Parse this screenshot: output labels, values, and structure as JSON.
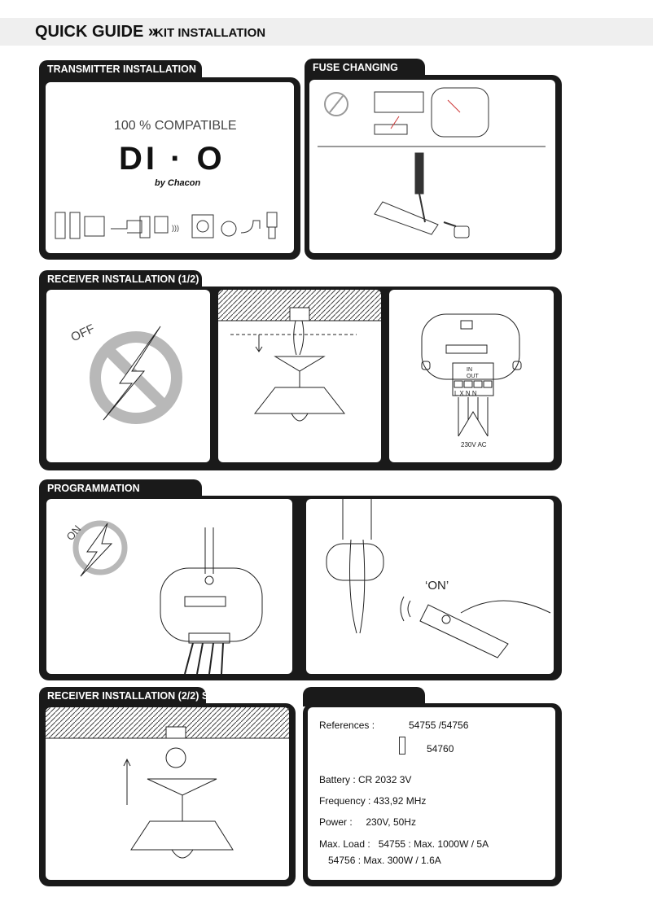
{
  "header": {
    "title": "QUICK GUIDE »",
    "subtitle": "KIT INSTALLATION"
  },
  "transmitter": {
    "tab": "TRANSMITTER INSTALLATION",
    "compat": "100 % COMPATIBLE",
    "logo": "DI · O",
    "logo_sub": "by Chacon"
  },
  "fuse": {
    "tab": "FUSE CHANGING"
  },
  "receiver1": {
    "tab": "RECEIVER INSTALLATION (1/2)",
    "off_label": "OFF",
    "in_label": "IN",
    "out_label": "OUT",
    "terminals": "L X N N",
    "voltage": "230V AC"
  },
  "programmation": {
    "tab": "PROGRAMMATION",
    "on_label": "ON",
    "on_quote": "‘ON’"
  },
  "receiver2": {
    "tab": "RECEIVER INSTALLATION (2/2) S"
  },
  "specs": {
    "references_label": "References :",
    "ref1": "54755 /54756",
    "ref2": "54760",
    "battery": "Battery : CR 2032 3V",
    "frequency": "Frequency :  433,92 MHz",
    "power": "Power :     230V, 50Hz",
    "maxload": "Max. Load :   54755 : Max. 1000W / 5A",
    "maxload2": "54756 : Max. 300W / 1.6A"
  }
}
